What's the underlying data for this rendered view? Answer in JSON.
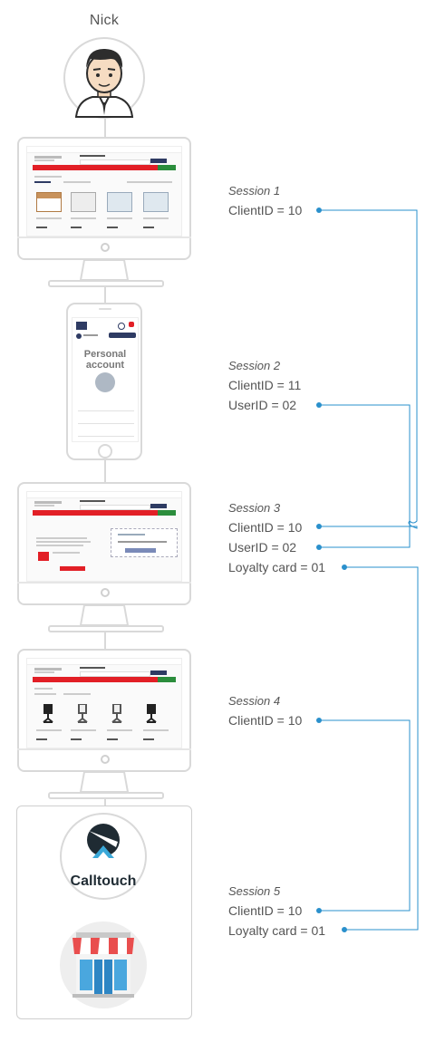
{
  "user": {
    "name": "Nick"
  },
  "calltouch": {
    "label": "Calltouch"
  },
  "phone_screen": {
    "title": "Personal account"
  },
  "sessions": [
    {
      "title": "Session 1",
      "lines": [
        "ClientID = 10"
      ]
    },
    {
      "title": "Session 2",
      "lines": [
        "ClientID = 11",
        "UserID = 02"
      ]
    },
    {
      "title": "Session 3",
      "lines": [
        "ClientID = 10",
        "UserID = 02",
        "Loyalty card = 01"
      ]
    },
    {
      "title": "Session 4",
      "lines": [
        "ClientID = 10"
      ]
    },
    {
      "title": "Session 5",
      "lines": [
        "ClientID = 10",
        "Loyalty card = 01"
      ]
    }
  ],
  "colors": {
    "connector": "#2a90cc",
    "device_outline": "#d9d9d9",
    "nav_red": "#e21f26",
    "nav_green": "#2b8d3c"
  }
}
